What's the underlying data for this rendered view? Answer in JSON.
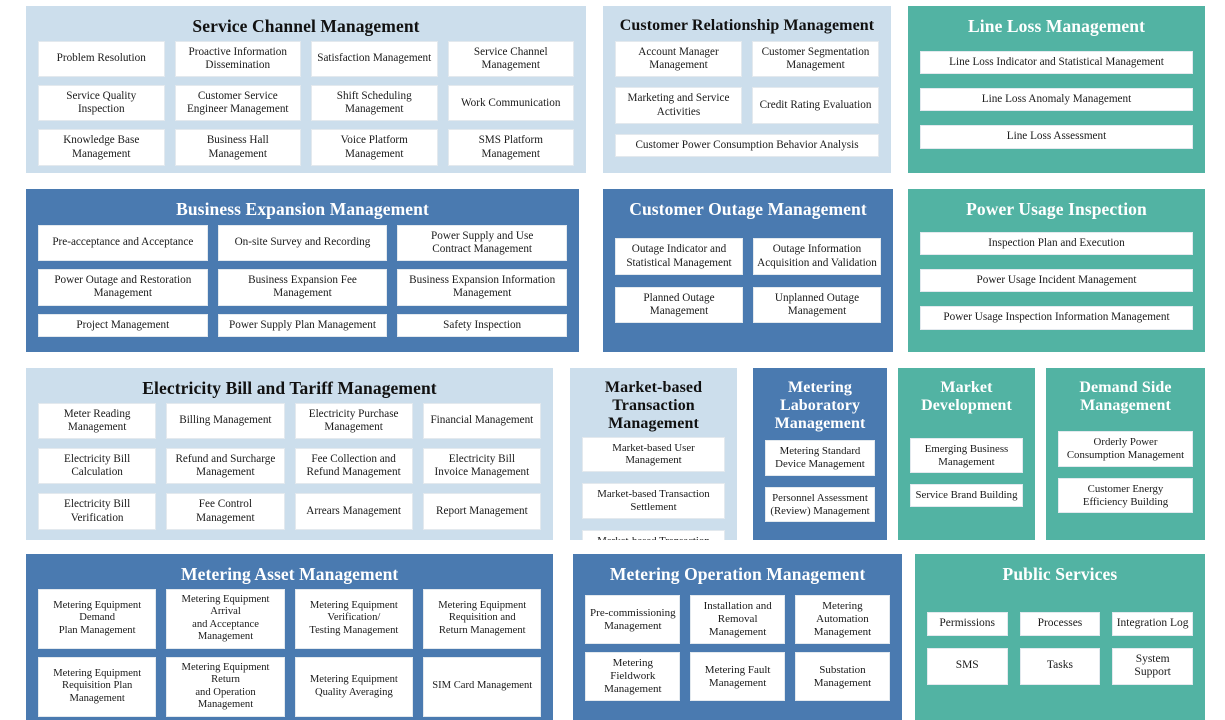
{
  "theme": {
    "light_blue": "#ccdeec",
    "dark_blue": "#4a7ab0",
    "teal": "#52b3a3",
    "cell_bg": "#ffffff",
    "title_dark_text": "#111111",
    "title_light_text": "#ffffff"
  },
  "panels": {
    "service_channel": {
      "title": "Service Channel Management",
      "items": [
        "Problem Resolution",
        "Proactive Information\nDissemination",
        "Satisfaction Management",
        "Service Channel Management",
        "Service Quality Inspection",
        "Customer Service\nEngineer Management",
        "Shift Scheduling Management",
        "Work Communication",
        "Knowledge Base Management",
        "Business Hall Management",
        "Voice Platform Management",
        "SMS Platform Management"
      ]
    },
    "customer_relationship": {
      "title": "Customer Relationship Management",
      "items": [
        "Account Manager Management",
        "Customer Segmentation\nManagement",
        "Marketing and Service\nActivities",
        "Credit Rating Evaluation",
        "Customer Power Consumption Behavior Analysis"
      ]
    },
    "line_loss": {
      "title": "Line Loss Management",
      "items": [
        "Line Loss Indicator and Statistical Management",
        "Line Loss Anomaly Management",
        "Line Loss Assessment"
      ]
    },
    "business_expansion": {
      "title": "Business Expansion Management",
      "items": [
        "Pre-acceptance and Acceptance",
        "On-site Survey and Recording",
        "Power Supply and Use\nContract Management",
        "Power Outage and Restoration\nManagement",
        "Business Expansion Fee Management",
        "Business Expansion Information\nManagement",
        "Project Management",
        "Power Supply Plan Management",
        "Safety Inspection"
      ]
    },
    "customer_outage": {
      "title": "Customer Outage Management",
      "items": [
        "Outage Indicator and\nStatistical Management",
        "Outage Information\nAcquisition and Validation",
        "Planned Outage\nManagement",
        "Unplanned Outage\nManagement"
      ]
    },
    "power_usage_inspection": {
      "title": "Power Usage Inspection",
      "items": [
        "Inspection Plan and Execution",
        "Power Usage Incident Management",
        "Power Usage Inspection Information Management"
      ]
    },
    "electricity_bill": {
      "title": "Electricity Bill and Tariff Management",
      "items": [
        "Meter Reading Management",
        "Billing Management",
        "Electricity Purchase\nManagement",
        "Financial Management",
        "Electricity Bill Calculation",
        "Refund and Surcharge\nManagement",
        "Fee Collection and\nRefund Management",
        "Electricity Bill\nInvoice Management",
        "Electricity Bill Verification",
        "Fee Control Management",
        "Arrears Management",
        "Report Management"
      ]
    },
    "market_based_transaction": {
      "title": "Market-based\nTransaction Management",
      "items": [
        "Market-based User Management",
        "Market-based Transaction\nSettlement",
        "Market-based Transaction\nRefund and Surcharge"
      ]
    },
    "metering_laboratory": {
      "title": "Metering Laboratory\nManagement",
      "items": [
        "Metering Standard\nDevice Management",
        "Personnel Assessment\n(Review) Management"
      ]
    },
    "market_development": {
      "title": "Market\nDevelopment",
      "items": [
        "Emerging Business\nManagement",
        "Service Brand Building"
      ]
    },
    "demand_side": {
      "title": "Demand Side\nManagement",
      "items": [
        "Orderly Power\nConsumption Management",
        "Customer Energy\nEfficiency Building"
      ]
    },
    "metering_asset": {
      "title": "Metering Asset Management",
      "items": [
        "Metering Equipment Demand\nPlan Management",
        "Metering Equipment Arrival\nand Acceptance Management",
        "Metering Equipment\nVerification/\nTesting Management",
        "Metering Equipment\nRequisition and\nReturn Management",
        "Metering Equipment\nRequisition Plan Management",
        "Metering Equipment Return\nand Operation Management",
        "Metering Equipment\nQuality Averaging",
        "SIM Card Management"
      ]
    },
    "metering_operation": {
      "title": "Metering Operation Management",
      "items": [
        "Pre-commissioning\nManagement",
        "Installation and\nRemoval\nManagement",
        "Metering Automation\nManagement",
        "Metering Fieldwork\nManagement",
        "Metering Fault\nManagement",
        "Substation Management"
      ]
    },
    "public_services": {
      "title": "Public Services",
      "items": [
        "Permissions",
        "Processes",
        "Integration Log",
        "SMS",
        "Tasks",
        "System Support"
      ]
    }
  }
}
